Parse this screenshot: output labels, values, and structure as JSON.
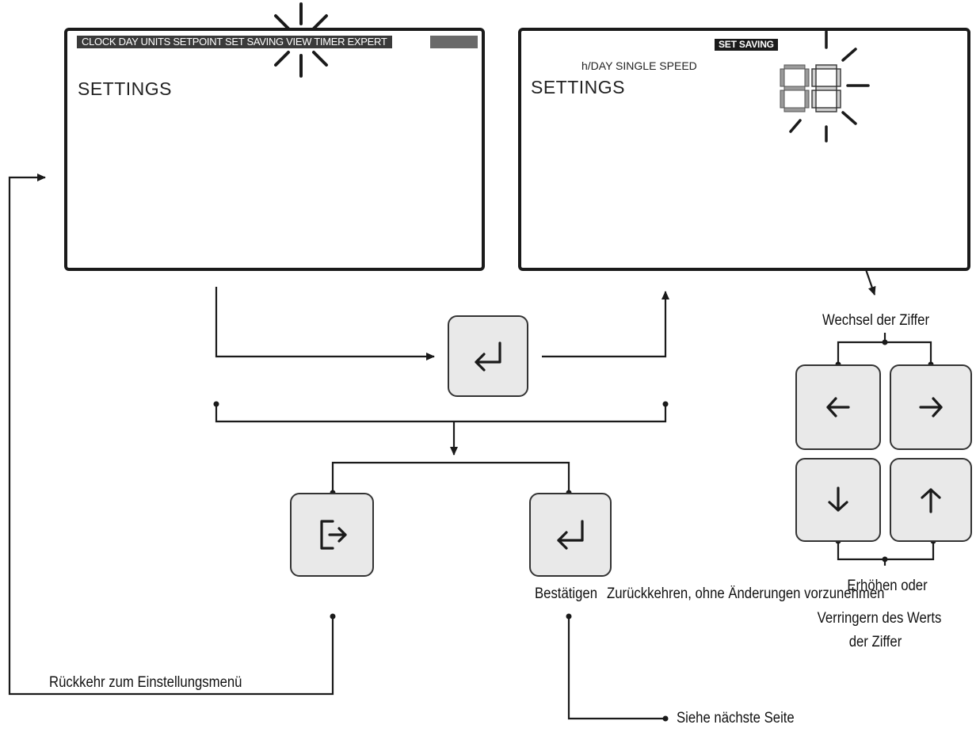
{
  "left_screen": {
    "menu_bar": "CLOCK DAY UNITS SETPOINT SET SAVING VIEW TIMER EXPERT",
    "title": "SETTINGS"
  },
  "right_screen": {
    "badge": "SET SAVING",
    "mode": "h/DAY SINGLE SPEED",
    "title": "SETTINGS",
    "digits_icon": "seven-segment-digits-blinking"
  },
  "labels": {
    "change_digit": "Wechsel der Ziffer",
    "increase_decrease": "Erhöhen oder",
    "value_of": "Verringern des Werts",
    "the_digit": "der Ziffer",
    "confirm": "Bestätigen",
    "return_no_change": "Zurückkehren, ohne Änderungen vorzunehmen",
    "back_to_settings": "Rückkehr zum Einstellungsmenü",
    "see_next_page": "Siehe nächste Seite"
  },
  "keys": {
    "enter": "enter-icon",
    "exit": "exit-icon",
    "left": "arrow-left-icon",
    "right": "arrow-right-icon",
    "down": "arrow-down-icon",
    "up": "arrow-up-icon"
  },
  "colors": {
    "line": "#1a1a1a",
    "key_fill": "#e9e9e9"
  }
}
